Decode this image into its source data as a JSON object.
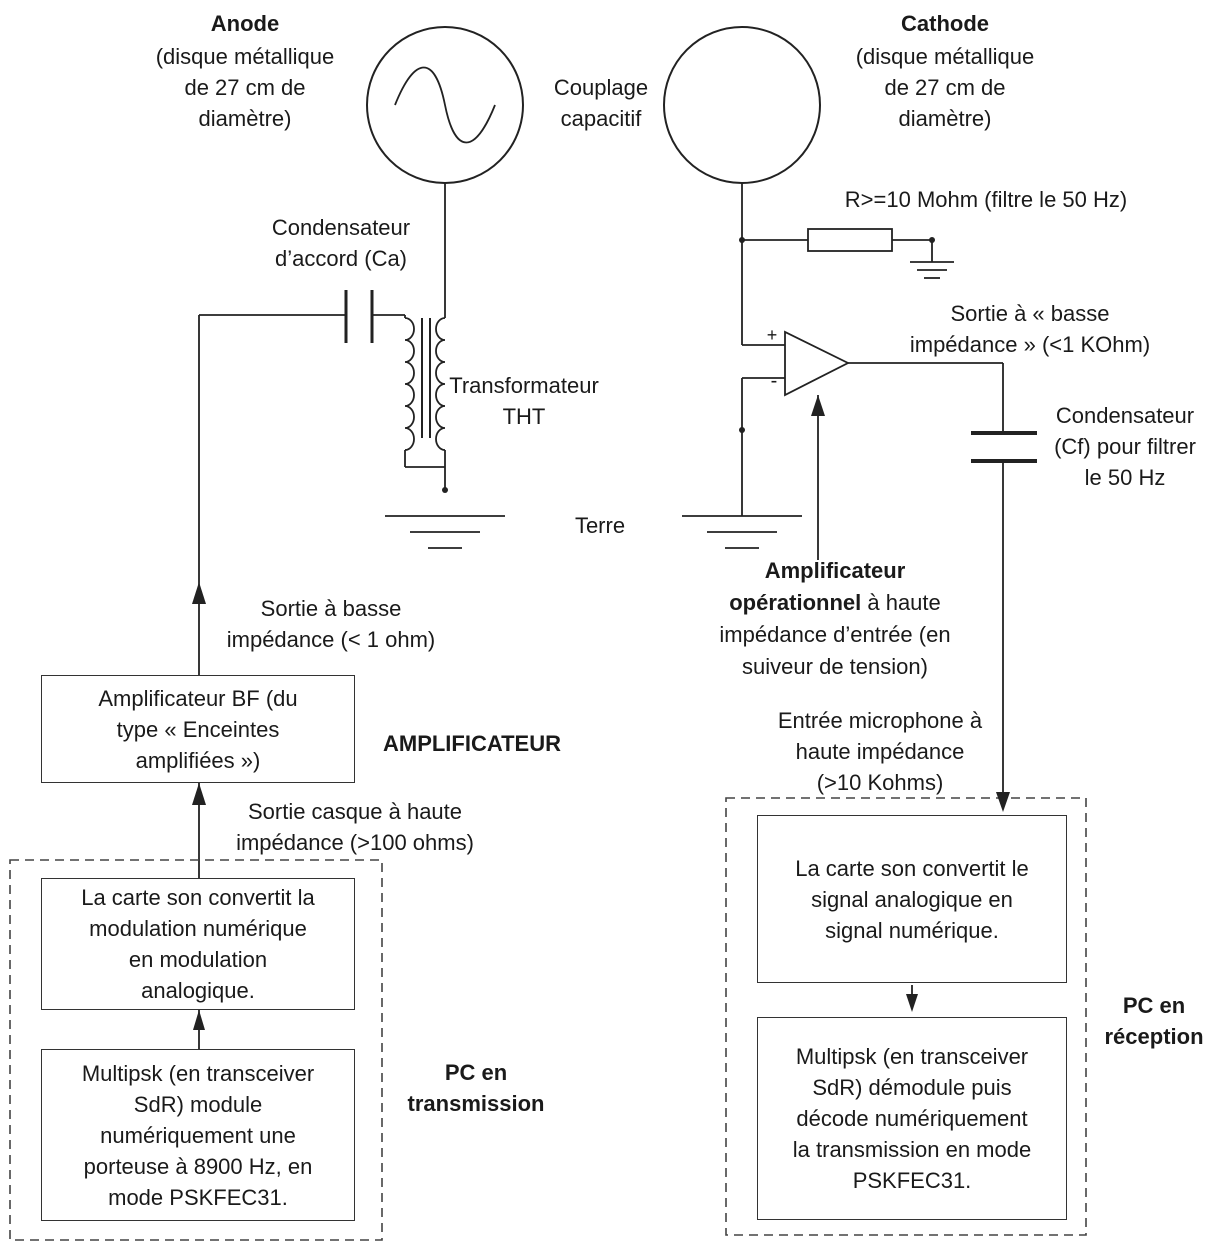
{
  "anode": {
    "title": "Anode",
    "desc": "(disque métallique\nde 27 cm de\ndiamètre)"
  },
  "cathode": {
    "title": "Cathode",
    "desc": "(disque métallique\nde 27 cm de\ndiamètre)"
  },
  "coupling_label": "Couplage\ncapacitif",
  "tuning_capacitor_label": "Condensateur\nd’accord (Ca)",
  "transformer_label": "Transformateur\nTHT",
  "resistor_label": "R>=10 Mohm (filtre le 50 Hz)",
  "low_impedance_output_label": "Sortie à « basse\nimpédance » (<1 KOhm)",
  "filter_capacitor_label": "Condensateur\n(Cf) pour filtrer\nle 50 Hz",
  "ground_label": "Terre",
  "opamp_label": {
    "line1_bold": "Amplificateur",
    "line2_bold": "opérationnel",
    "line2_rest": " à haute",
    "line3": "impédance d’entrée (en",
    "line4": "suiveur de tension)"
  },
  "opamp_plus": "+",
  "opamp_minus": "-",
  "amp_output_label": "Sortie à basse\nimpédance (< 1 ohm)",
  "amp_box": "Amplificateur BF (du\ntype « Enceintes\namplifiées »)",
  "amp_title": "AMPLIFICATEUR",
  "headphone_out_label": "Sortie casque à haute\nimpédance (>100 ohms)",
  "tx_soundcard_box": "La carte son convertit la\nmodulation numérique\nen modulation\nanalogique.",
  "tx_multipsk_box": "Multipsk (en transceiver\nSdR) module\nnumériquement une\nporteuse à 8900 Hz, en\nmode PSKFEC31.",
  "tx_group_label": "PC en\ntransmission",
  "mic_input_label": "Entrée microphone à\nhaute impédance\n(>10 Kohms)",
  "rx_soundcard_box": "La carte son convertit le\nsignal analogique en\nsignal numérique.",
  "rx_multipsk_box": "Multipsk (en transceiver\nSdR) démodule puis\ndécode numériquement\nla transmission en mode\nPSKFEC31.",
  "rx_group_label": "PC en\nréception"
}
